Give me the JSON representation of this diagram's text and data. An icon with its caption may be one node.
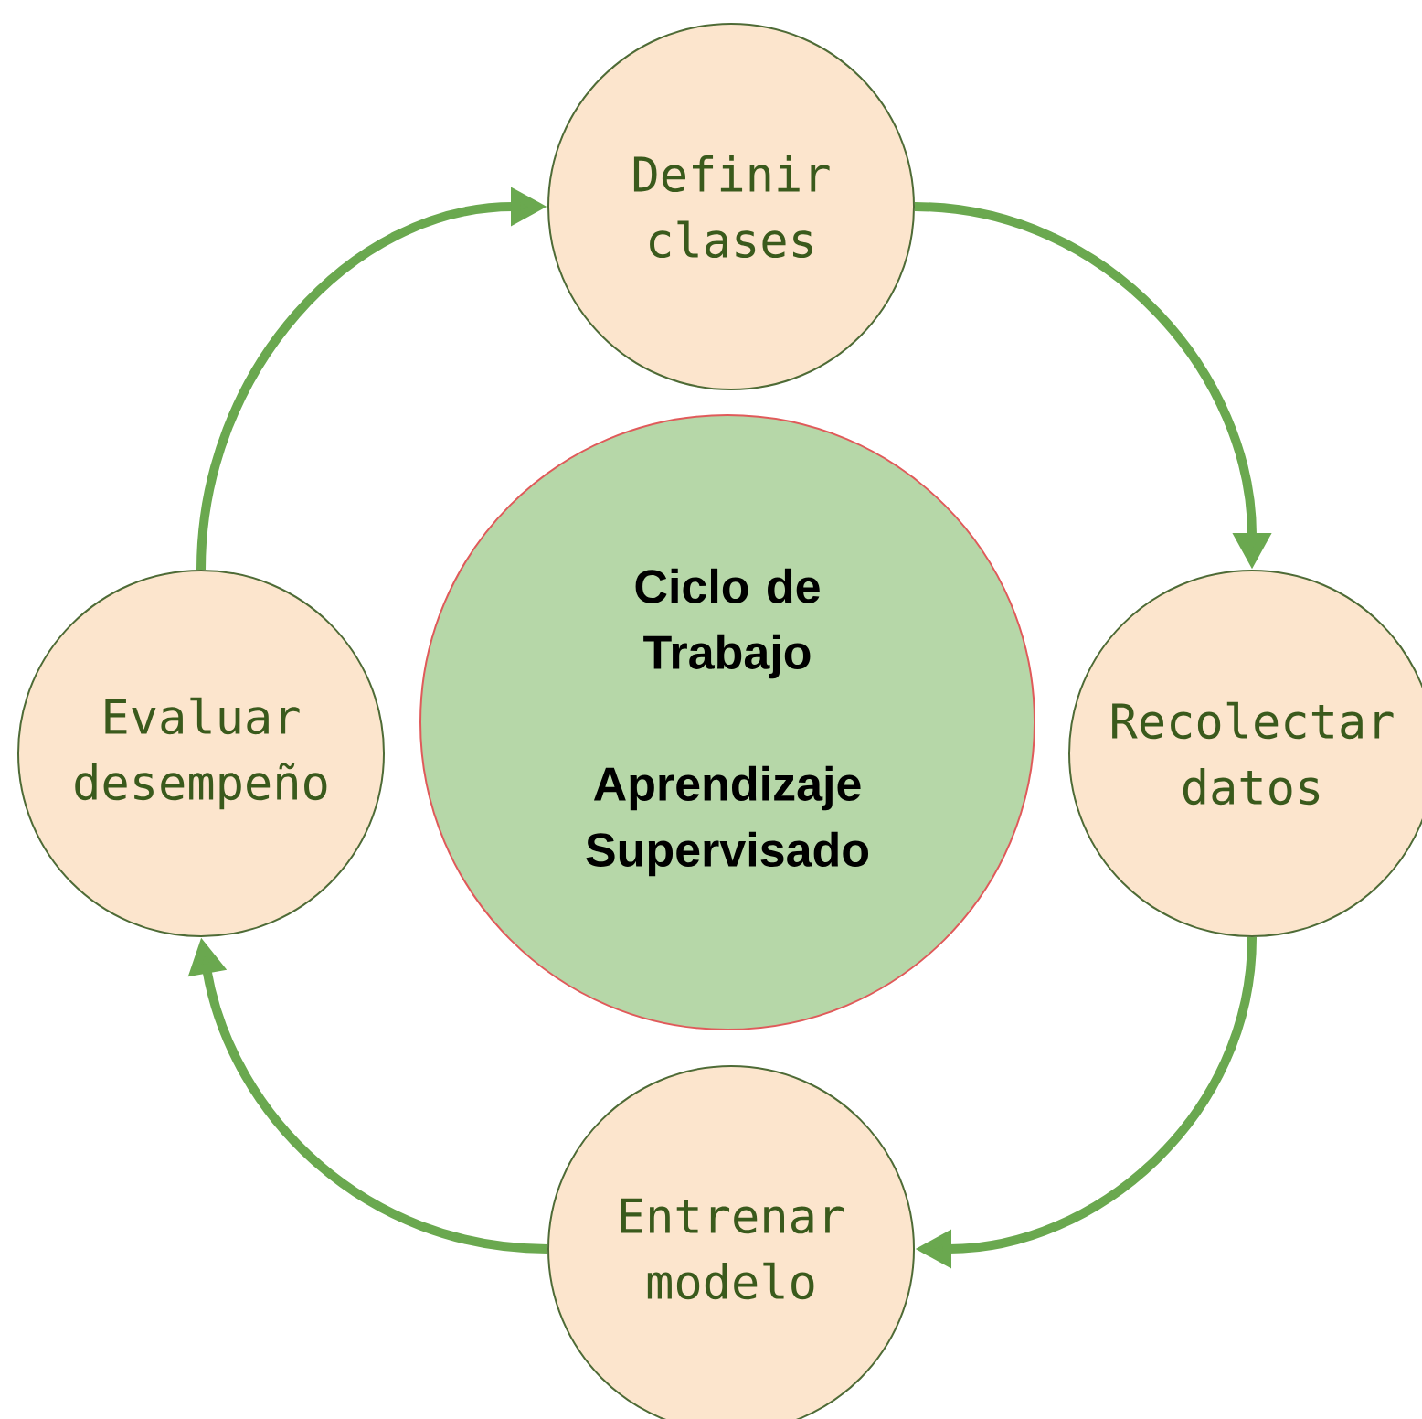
{
  "diagram": {
    "nodes": [
      {
        "text": [
          "Ciclo de Trabajo",
          "Aprendizaje Supervisado"
        ]
      },
      {
        "text": [
          "Definir clases"
        ]
      },
      {
        "text": [
          "Recolectar datos"
        ]
      },
      {
        "text": [
          "Entrenar modelo"
        ]
      },
      {
        "text": [
          "Evaluar desempeño"
        ]
      }
    ],
    "edges": [
      {
        "from": 1,
        "to": 2,
        "arrow": "to"
      },
      {
        "from": 2,
        "to": 3,
        "arrow": "to"
      },
      {
        "from": 3,
        "to": 4,
        "arrow": "to"
      },
      {
        "from": 4,
        "to": 1,
        "arrow": "to"
      }
    ]
  }
}
